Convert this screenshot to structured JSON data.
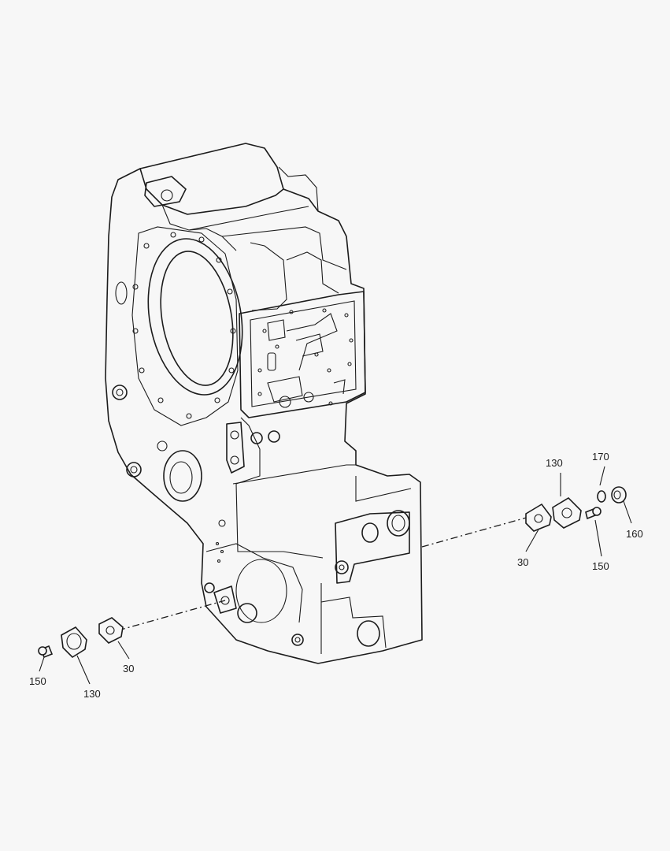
{
  "callouts": [
    {
      "id": "c130r",
      "text": "130"
    },
    {
      "id": "c170",
      "text": "170"
    },
    {
      "id": "c160",
      "text": "160"
    },
    {
      "id": "c30r",
      "text": "30"
    },
    {
      "id": "c150r",
      "text": "150"
    },
    {
      "id": "c150l",
      "text": "150"
    },
    {
      "id": "c130l",
      "text": "130"
    },
    {
      "id": "c30l",
      "text": "30"
    }
  ]
}
